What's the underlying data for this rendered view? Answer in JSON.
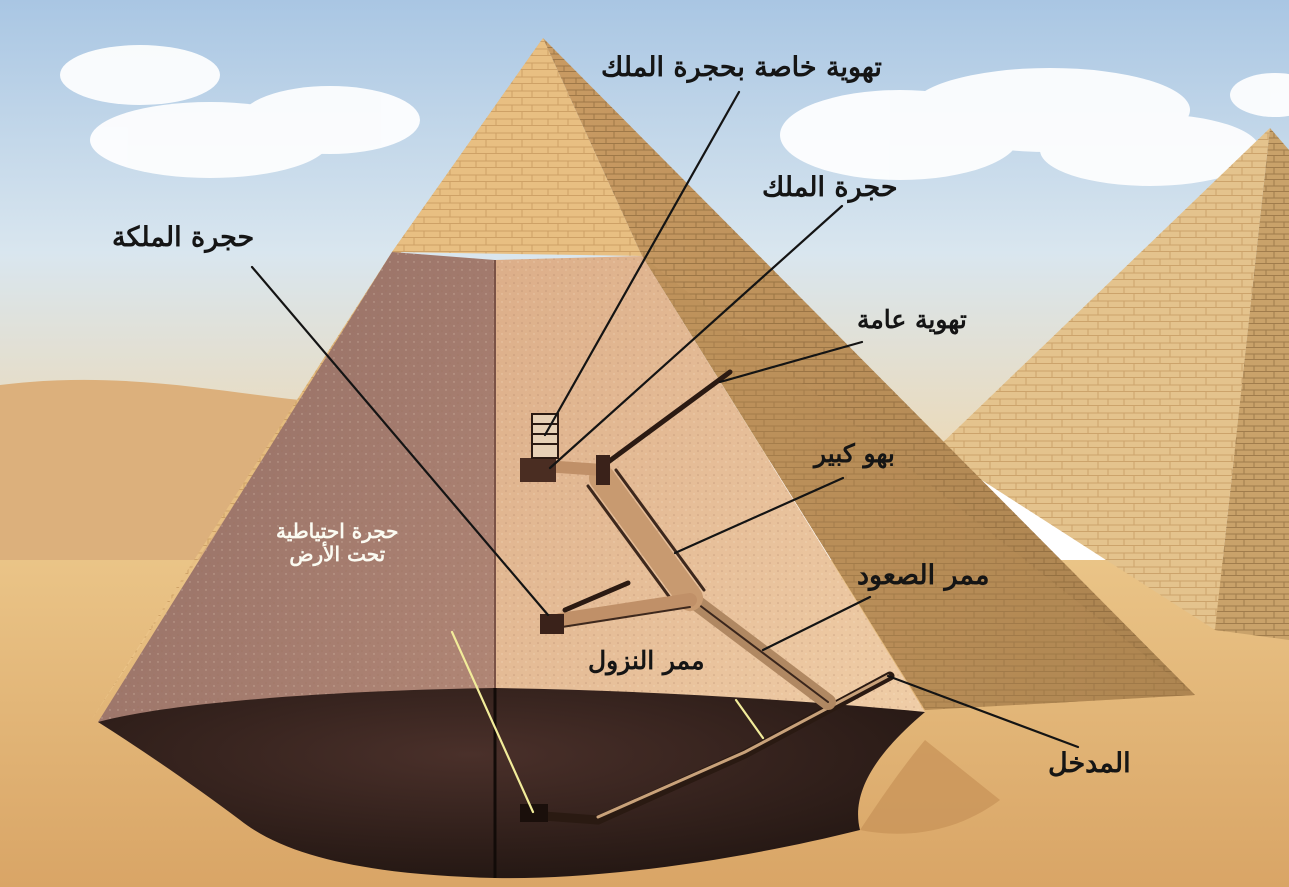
{
  "labels": {
    "king_vent": "تهوية خاصة بحجرة الملك",
    "king_chamber": "حجرة الملك",
    "queen_chamber": "حجرة الملكة",
    "general_vent": "تهوية عامة",
    "grand_gallery": "بهو كبير",
    "reserve_line1": "حجرة احتياطية",
    "reserve_line2": "تحت الأرض",
    "ascending": "ممر الصعود",
    "descending": "ممر النزول",
    "entrance": "المدخل"
  },
  "colors": {
    "sky": "#cfe0ee",
    "stone": "#e0b878",
    "stone_shadow": "#c89a5e",
    "cut_face": "#ecc8a0",
    "cut_face_dark": "#a88072",
    "sand": "#e8bd7c",
    "pit": "#3a2620",
    "leader_dark": "#141414",
    "leader_light": "#f2ec9a"
  }
}
